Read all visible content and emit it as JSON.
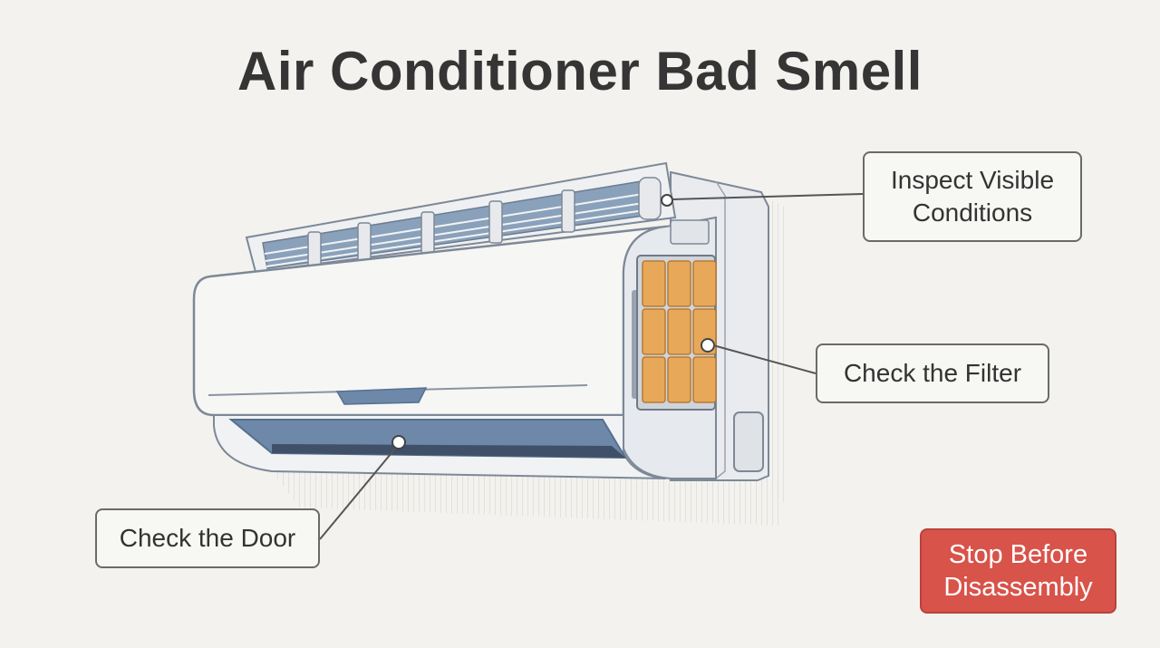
{
  "title": "Air Conditioner Bad Smell",
  "callouts": {
    "inspect": "Inspect Visible Conditions",
    "filter": "Check the Filter",
    "door": "Check the Door",
    "stop": "Stop Before Disassembly"
  },
  "colors": {
    "background": "#f3f2ee",
    "unit_body": "#f6f6f4",
    "unit_outline": "#7d8898",
    "vent_blue": "#6d88a8",
    "filter_orange": "#e7a85a",
    "stop_red": "#d8534a"
  }
}
